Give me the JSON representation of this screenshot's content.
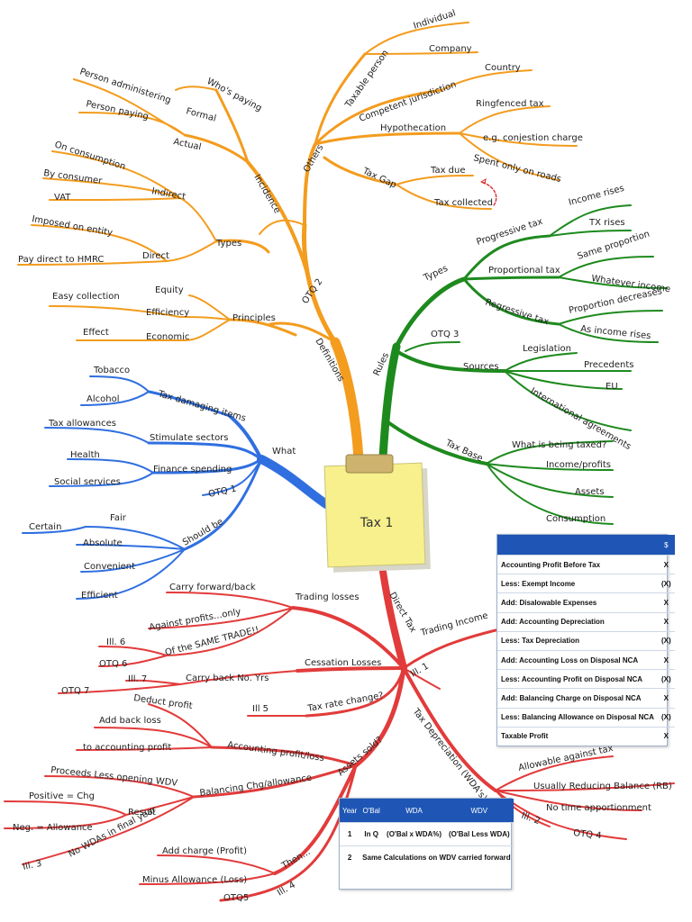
{
  "colors": {
    "others": "#f39c1e",
    "rules": "#1e8a1e",
    "what": "#2f6fe0",
    "direct": "#e23b3b",
    "note": "#f7f08c",
    "table_header": "#1f56b5"
  },
  "icons": {
    "arrow": "red-dashed-arrow-icon"
  },
  "center": {
    "label": "Tax 1"
  },
  "labels": {
    "others": "Others",
    "definitions": "Definitions",
    "otq2": "OTQ 2",
    "incidence": "Incidence",
    "whos_paying": "Who's paying",
    "person_administering": "Person administering",
    "formal": "Formal",
    "person_paying": "Person paying",
    "actual": "Actual",
    "on_consumption": "On consumption",
    "by_consumer": "By consumer",
    "vat": "VAT",
    "indirect": "Indirect",
    "types_orange": "Types",
    "imposed_on_entity": "Imposed on entity",
    "pay_direct": "Pay direct to HMRC",
    "direct": "Direct",
    "easy_collection": "Easy collection",
    "equity": "Equity",
    "efficiency": "Efficiency",
    "principles": "Principles",
    "effect": "Effect",
    "economic": "Economic",
    "taxable_person": "Taxable person",
    "individual": "Individual",
    "company": "Company",
    "competent_jurisdiction": "Competent jurisdiction",
    "country": "Country",
    "hypothecation": "Hypothecation",
    "ringfenced_tax": "Ringfenced tax",
    "congestion_charge": "e.g. conjestion charge",
    "spent_on_roads": "Spent only on roads",
    "tax_gap": "Tax Gap",
    "tax_due": "Tax due",
    "tax_collected": "Tax collected",
    "rules": "Rules",
    "types_green": "Types",
    "progressive_tax": "Progressive tax",
    "income_rises": "Income rises",
    "tx_rises": "TX rises",
    "proportional_tax": "Proportional tax",
    "same_proportion": "Same proportion",
    "whatever_income": "Whatever income",
    "regressive_tax": "Regressive tax",
    "proportion_decreases": "Proportion decreases",
    "as_income_rises": "As income rises",
    "otq3": "OTQ 3",
    "sources": "Sources",
    "legislation": "Legislation",
    "precedents": "Precedents",
    "eu": "EU",
    "international_agreements": "International agreements",
    "tax_base": "Tax Base",
    "what_is_taxed": "What is being taxed?",
    "income_profits": "Income/profits",
    "assets": "Assets",
    "consumption": "Consumption",
    "what": "What",
    "tax_damaging_items": "Tax damaging items",
    "tobacco": "Tobacco",
    "alcohol": "Alcohol",
    "stimulate_sectors": "Stimulate sectors",
    "tax_allowances": "Tax allowances",
    "finance_spending": "Finance spending",
    "health": "Health",
    "social_services": "Social services",
    "otq1": "OTQ 1",
    "should_be": "Should be",
    "certain": "Certain",
    "fair": "Fair",
    "absolute": "Absolute",
    "convenient": "Convenient",
    "efficient": "Efficient",
    "direct_tax": "Direct Tax",
    "trading_losses": "Trading losses",
    "carry_forward": "Carry forward/back",
    "against_profits": "Against profits...only",
    "same_trade": "Of the SAME TRADE!!",
    "ill6": "Ill. 6",
    "otq6": "OTQ 6",
    "cessation_losses": "Cessation Losses",
    "carry_back": "Carry back No. Yrs",
    "ill7": "Ill. 7",
    "otq7": "OTQ 7",
    "tax_rate_change": "Tax rate change?",
    "ill5": "Ill 5",
    "trading_income": "Trading Income",
    "ill1": "Ill. 1",
    "assets_sold": "Assets sold?",
    "accounting_profit_loss": "Accounting profit/loss",
    "deduct_profit": "Deduct profit",
    "add_back_loss": "Add back loss",
    "to_accounting_profit": "to accounting profit",
    "balancing_chg": "Balancing Chg/allowance",
    "proceeds_less": "Proceeds Less opening WDV",
    "result": "Result",
    "positive_chg": "Positive = Chg",
    "negative_allowance": "Neg. = Allowance",
    "no_wdas": "No WDAs in final year",
    "ill3": "Ill. 3",
    "then": "Then...",
    "add_charge": "Add charge (Profit)",
    "minus_allowance": "Minus Allowance (Loss)",
    "ill4": "Ill. 4",
    "otq5": "OTQ5",
    "tax_depreciation": "Tax Depreciation (WDA's)",
    "allowable": "Allowable against tax",
    "reducing_balance": "Usually Reducing Balance (RB)",
    "no_time_apportionment": "No time apportionment",
    "ill2": "Ill. 2",
    "otq4": "OTQ 4"
  },
  "tax_table": {
    "currency_header": "$",
    "rows": [
      {
        "label": "Accounting Profit Before Tax",
        "value": "X"
      },
      {
        "label": "Less: Exempt Income",
        "value": "(X)"
      },
      {
        "label": "Add: Disalowable Expenses",
        "value": "X"
      },
      {
        "label": "Add: Accounting Depreciation",
        "value": "X"
      },
      {
        "label": "Less: Tax Depreciation",
        "value": "(X)"
      },
      {
        "label": "Add: Accounting Loss on Disposal NCA",
        "value": "X"
      },
      {
        "label": "Less: Accounting Profit on Disposal NCA",
        "value": "(X)"
      },
      {
        "label": "Add: Balancing Charge on Disposal NCA",
        "value": "X"
      },
      {
        "label": "Less: Balancing Allowance on Disposal NCA",
        "value": "(X)"
      },
      {
        "label": "Taxable Profit",
        "value": "X"
      }
    ]
  },
  "wda_table": {
    "headers": [
      "Year",
      "O'Bal",
      "WDA",
      "WDV"
    ],
    "row1": [
      "1",
      "In Q",
      "(O'Bal x WDA%)",
      "(O'Bal Less WDA)"
    ],
    "row2_year": "2",
    "row2_text": "Same Calculations on WDV carried forward"
  }
}
